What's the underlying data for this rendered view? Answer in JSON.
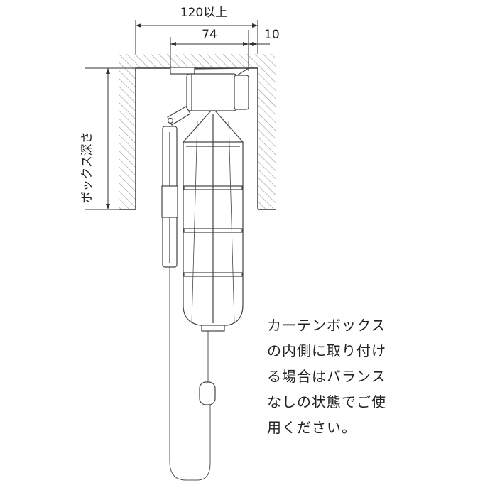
{
  "dimensions": {
    "outer_width": "120以上",
    "inner_width": "74",
    "clearance": "10",
    "box_depth": "ボックス深さ"
  },
  "note_lines": [
    "カーテンボックス",
    "の内側に取り付け",
    "る場合はバランス",
    "なしの状態でご使",
    "用ください。"
  ]
}
